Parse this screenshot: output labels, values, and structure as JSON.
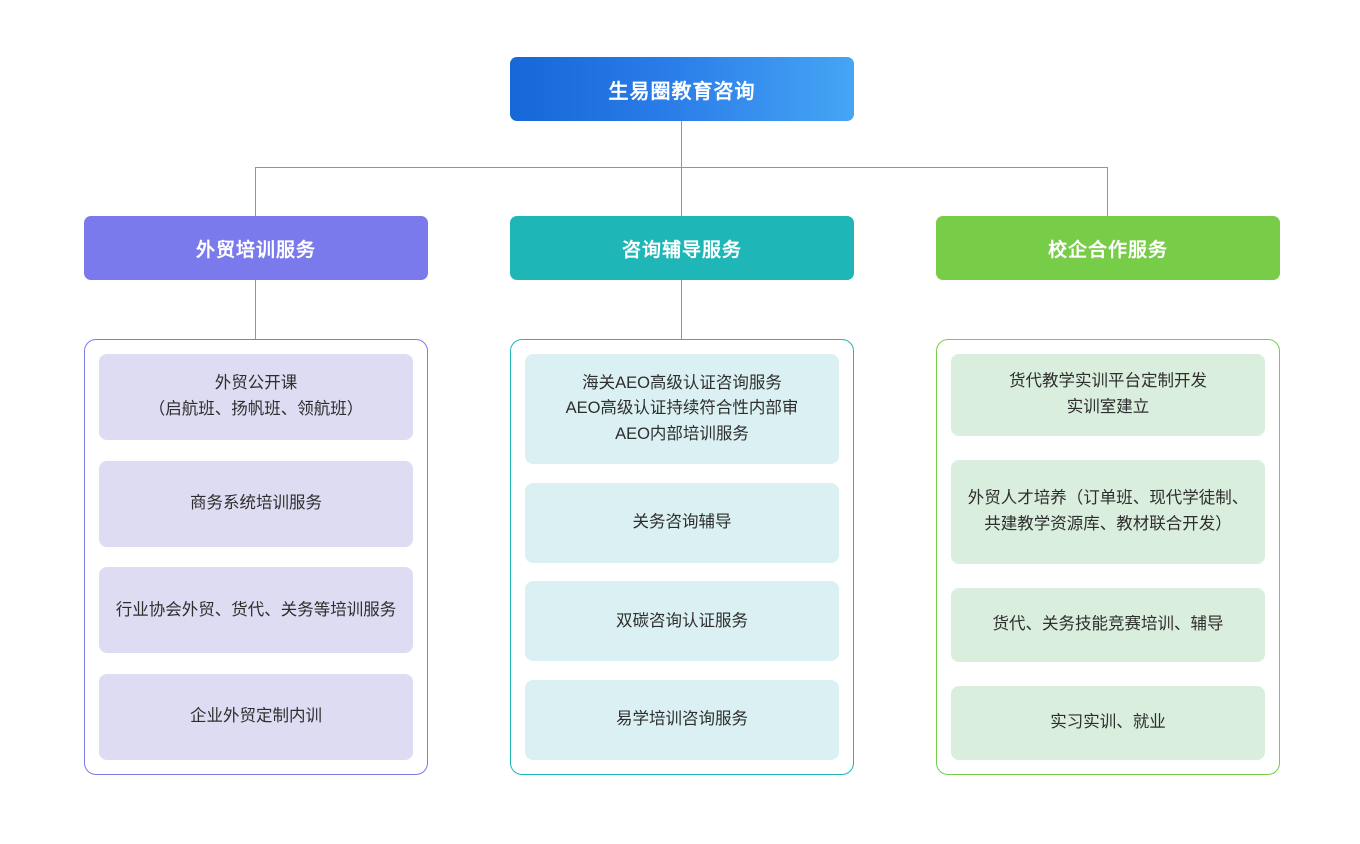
{
  "diagram": {
    "type": "organization-chart",
    "root": {
      "label": "生易圈教育咨询",
      "color": "#1667d8",
      "color_end": "#45a5f5"
    },
    "branches": [
      {
        "header": "外贸培训服务",
        "color": "#7b7aec",
        "chip_color": "#dedcf2",
        "items": [
          "外贸公开课\n（启航班、扬帆班、领航班）",
          "商务系统培训服务",
          "行业协会外贸、货代、关务等培训服务",
          "企业外贸定制内训"
        ]
      },
      {
        "header": "咨询辅导服务",
        "color": "#1fb6b8",
        "chip_color": "#dbf0f2",
        "items": [
          "海关AEO高级认证咨询服务\nAEO高级认证持续符合性内部审\nAEO内部培训服务",
          "关务咨询辅导",
          "双碳咨询认证服务",
          "易学培训咨询服务"
        ]
      },
      {
        "header": "校企合作服务",
        "color": "#77cc48",
        "chip_color": "#daeedd",
        "items": [
          "货代教学实训平台定制开发\n实训室建立",
          "外贸人才培养（订单班、现代学徒制、共建教学资源库、教材联合开发）",
          "货代、关务技能竞赛培训、辅导",
          "实习实训、就业"
        ]
      }
    ],
    "connector_color": "#8b95a5"
  }
}
